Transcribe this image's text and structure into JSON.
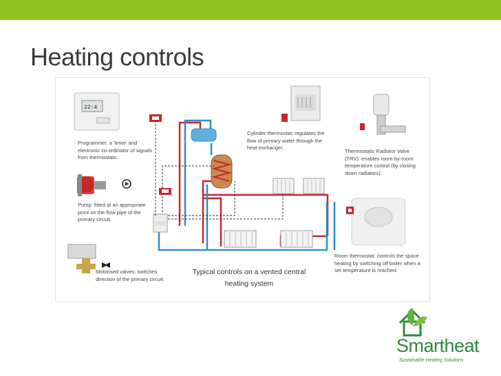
{
  "slide": {
    "title": "Heating controls",
    "accent_color": "#8dc21f"
  },
  "diagram": {
    "main_caption_line1": "Typical controls on a vented central",
    "main_caption_line2": "heating system",
    "programmer_display": "22:4",
    "labels": {
      "programmer": "Programmer: a 'timer' and electronic co-ordinator of signals from thermostats.",
      "pump": "Pump: fitted at an appropriate point on the flow pipe of the primary circuit.",
      "valves": "Motorised valves: switches direction of the primary circuit.",
      "cylinder": "Cylinder thermostat: regulates the flow of primary water through the heat exchanger.",
      "trv": "Thermostatic Radiator Valve (TRV): enables room-by-room temperature control (by closing down radiators).",
      "room": "Room thermostat: controls the space heating by switching off boiler when a set temperature is reached."
    },
    "pipe_colors": {
      "flow": "#c8262c",
      "return": "#2b8fc8",
      "control": "#333333"
    }
  },
  "logo": {
    "name": "Smartheat",
    "tagline": "Sustainable Heating Solutions",
    "color": "#2c8a3c"
  }
}
